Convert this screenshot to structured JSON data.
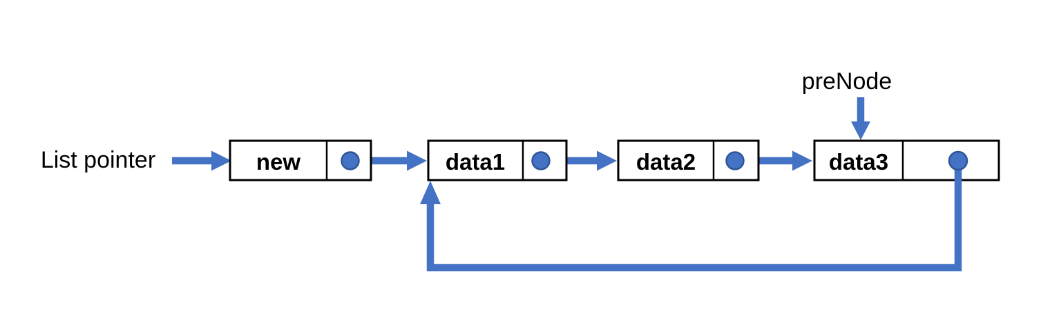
{
  "diagram": {
    "type": "linked-list-insertion-diagram",
    "labels": {
      "list_pointer": "List pointer",
      "prenode": "preNode"
    },
    "nodes": [
      {
        "label": "new"
      },
      {
        "label": "data1"
      },
      {
        "label": "data2"
      },
      {
        "label": "data3"
      }
    ],
    "links": [
      {
        "from": "list_pointer",
        "to": "new"
      },
      {
        "from": "new",
        "to": "data1"
      },
      {
        "from": "data1",
        "to": "data2"
      },
      {
        "from": "data2",
        "to": "data3"
      },
      {
        "from": "data3",
        "to": "data1",
        "style": "loop-back"
      },
      {
        "from": "prenode_label",
        "to": "data3",
        "style": "annotation"
      }
    ],
    "colors": {
      "arrow": "#4472C4",
      "dot_fill": "#4472C4",
      "dot_stroke": "#2F5597",
      "box_border": "#000000",
      "box_fill": "#FFFFFF",
      "text": "#000000",
      "background": "#FFFFFF"
    }
  }
}
